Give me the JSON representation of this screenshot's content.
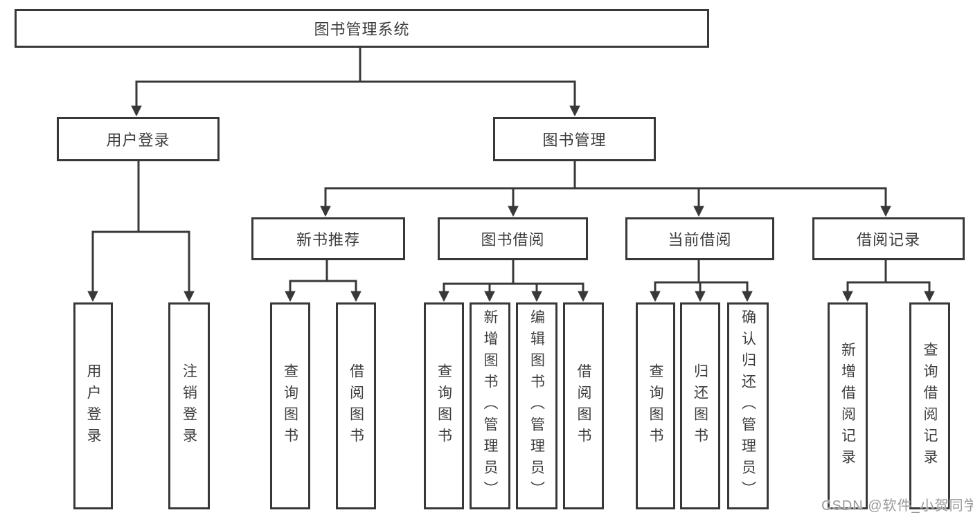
{
  "root": {
    "label": "图书管理系统"
  },
  "branches": {
    "user_login": {
      "label": "用户登录"
    },
    "book_mgmt": {
      "label": "图书管理"
    }
  },
  "modules": {
    "new_book_rec": {
      "label": "新书推荐"
    },
    "book_borrow": {
      "label": "图书借阅"
    },
    "current_borrow": {
      "label": "当前借阅"
    },
    "borrow_records": {
      "label": "借阅记录"
    }
  },
  "leaves": {
    "login": {
      "label": "用户登录"
    },
    "logout": {
      "label": "注销登录"
    },
    "rec_query_book": {
      "label": "查询图书"
    },
    "rec_borrow_book": {
      "label": "借阅图书"
    },
    "bb_query_book": {
      "label": "查询图书"
    },
    "bb_add_book": {
      "label": "新增图书（管理员）"
    },
    "bb_edit_book": {
      "label": "编辑图书（管理员）"
    },
    "bb_borrow_book": {
      "label": "借阅图书"
    },
    "cb_query_book": {
      "label": "查询图书"
    },
    "cb_return_book": {
      "label": "归还图书"
    },
    "cb_confirm_return": {
      "label": "确认归还（管理员）"
    },
    "br_add_record": {
      "label": "新增借阅记录"
    },
    "br_query_record": {
      "label": "查询借阅记录"
    }
  },
  "watermark": {
    "text": "CSDN @软件_小贺同学"
  },
  "style": {
    "line_color": "#383838",
    "text_color": "#3d3d3d",
    "watermark_color": "#949494",
    "background": "#ffffff"
  }
}
